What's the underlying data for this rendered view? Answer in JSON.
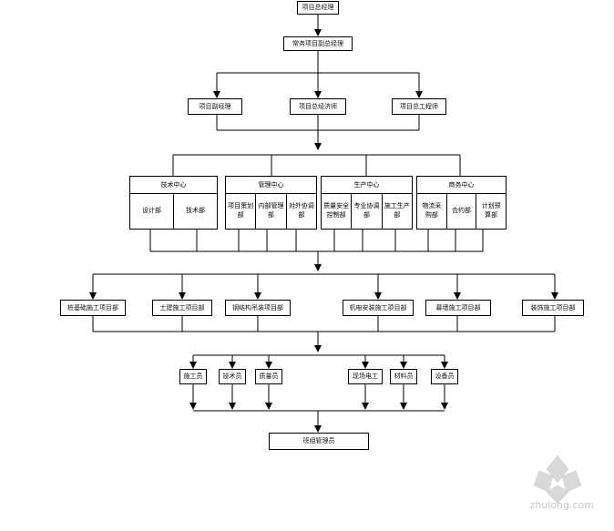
{
  "top": {
    "general_manager": "项目总经理",
    "exec_deputy": "常务项目副总经理"
  },
  "level2": [
    "项目副经理",
    "项目总经济师",
    "项目总工程师"
  ],
  "centers": [
    {
      "title": "技术中心",
      "departments": [
        "设计部",
        "技术部"
      ]
    },
    {
      "title": "管理中心",
      "departments": [
        "项目策划部",
        "内部管理部",
        "对外协调部"
      ]
    },
    {
      "title": "生产中心",
      "departments": [
        "质量安全控制部",
        "专业协调部",
        "施工生产部"
      ]
    },
    {
      "title": "商务中心",
      "departments": [
        "物流采购部",
        "合约部",
        "计划预算部"
      ]
    }
  ],
  "project_departments": [
    "桩基础施工项目部",
    "土建施工项目部",
    "钢结构吊装项目部",
    "机电安装施工项目部",
    "幕墙施工项目部",
    "装饰施工项目部"
  ],
  "staff": [
    "施工员",
    "技术员",
    "质量员",
    "现场电工",
    "材料员",
    "设备员"
  ],
  "bottom": "班组管理员",
  "watermark": "zhulong.com"
}
